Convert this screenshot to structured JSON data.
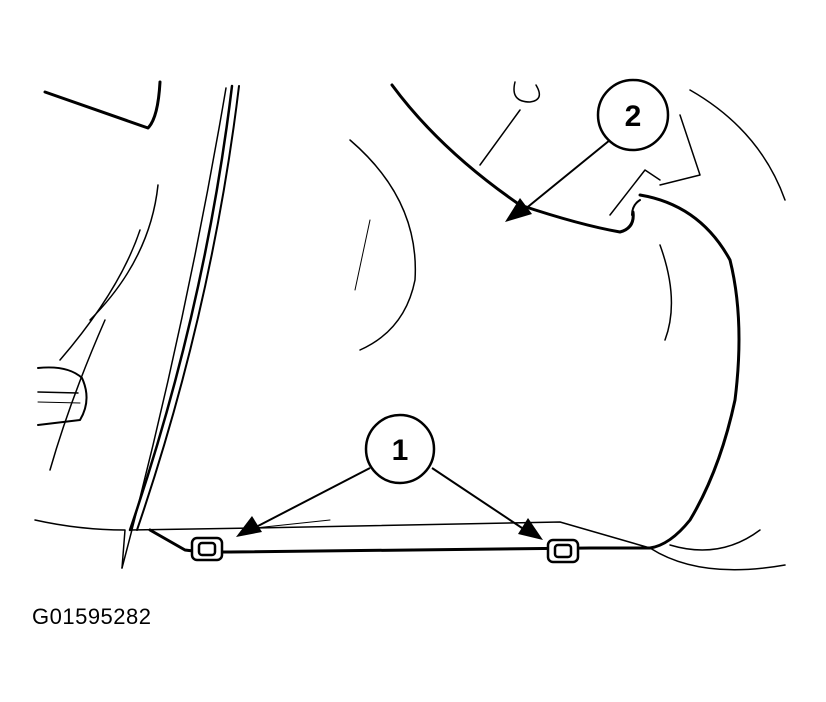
{
  "figure": {
    "figure_id": "G01595282",
    "callouts": [
      {
        "number": "1",
        "target_count": 2
      },
      {
        "number": "2",
        "target_count": 1
      }
    ]
  },
  "colors": {
    "ink": "#000000",
    "background": "#ffffff"
  }
}
